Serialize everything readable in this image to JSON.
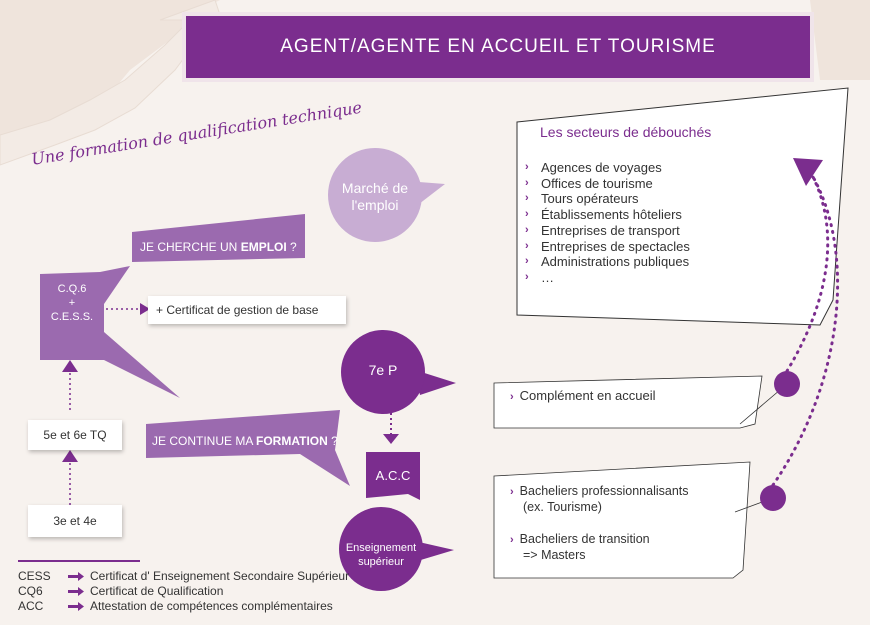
{
  "title": "AGENT/AGENTE EN ACCUEIL ET TOURISME",
  "subtitle": "Une formation de qualification technique",
  "nodes": {
    "marche": "Marché de l'emploi",
    "cq6_line1": "C.Q.6",
    "cq6_line2": "+",
    "cq6_line3": "C.E.S.S.",
    "certificat": "+ Certificat de gestion de base",
    "emploi_prefix": "JE CHERCHE UN ",
    "emploi_strong": "EMPLOI",
    "emploi_suffix": " ?",
    "formation_prefix": "JE CONTINUE MA ",
    "formation_strong": "FORMATION",
    "formation_suffix": " ?",
    "septieme": "7e P",
    "acc": "A.C.C",
    "enseignement": "Enseignement supérieur",
    "tq56": "5e et 6e TQ",
    "ans34": "3e et 4e"
  },
  "secteurs": {
    "title": "Les secteurs de débouchés",
    "items": [
      "Agences de voyages",
      "Offices de tourisme",
      "Tours opérateurs",
      "Établissements hôteliers",
      "Entreprises de transport",
      "Entreprises de spectacles",
      "Administrations publiques",
      "…"
    ]
  },
  "complement": "Complément en accueil",
  "bacheliers": {
    "pro_line1": "Bacheliers professionnalisants",
    "pro_line2": "(ex. Tourisme)",
    "trans_line1": "Bacheliers de transition",
    "trans_line2": "=> Masters"
  },
  "legend": [
    {
      "abbr": "CESS",
      "definition": "Certificat d' Enseignement Secondaire Supérieur"
    },
    {
      "abbr": "CQ6",
      "definition": "Certificat de Qualification"
    },
    {
      "abbr": "ACC",
      "definition": "Attestation de compétences complémentaires"
    }
  ],
  "colors": {
    "purple": "#7b2d8e",
    "light_purple": "#b795c6",
    "mid_purple": "#9b6aaf",
    "background": "#f7f2ee"
  },
  "icons": [
    "chevron-right-icon",
    "arrow-right-icon",
    "up-arrow-icon",
    "down-arrow-icon"
  ]
}
